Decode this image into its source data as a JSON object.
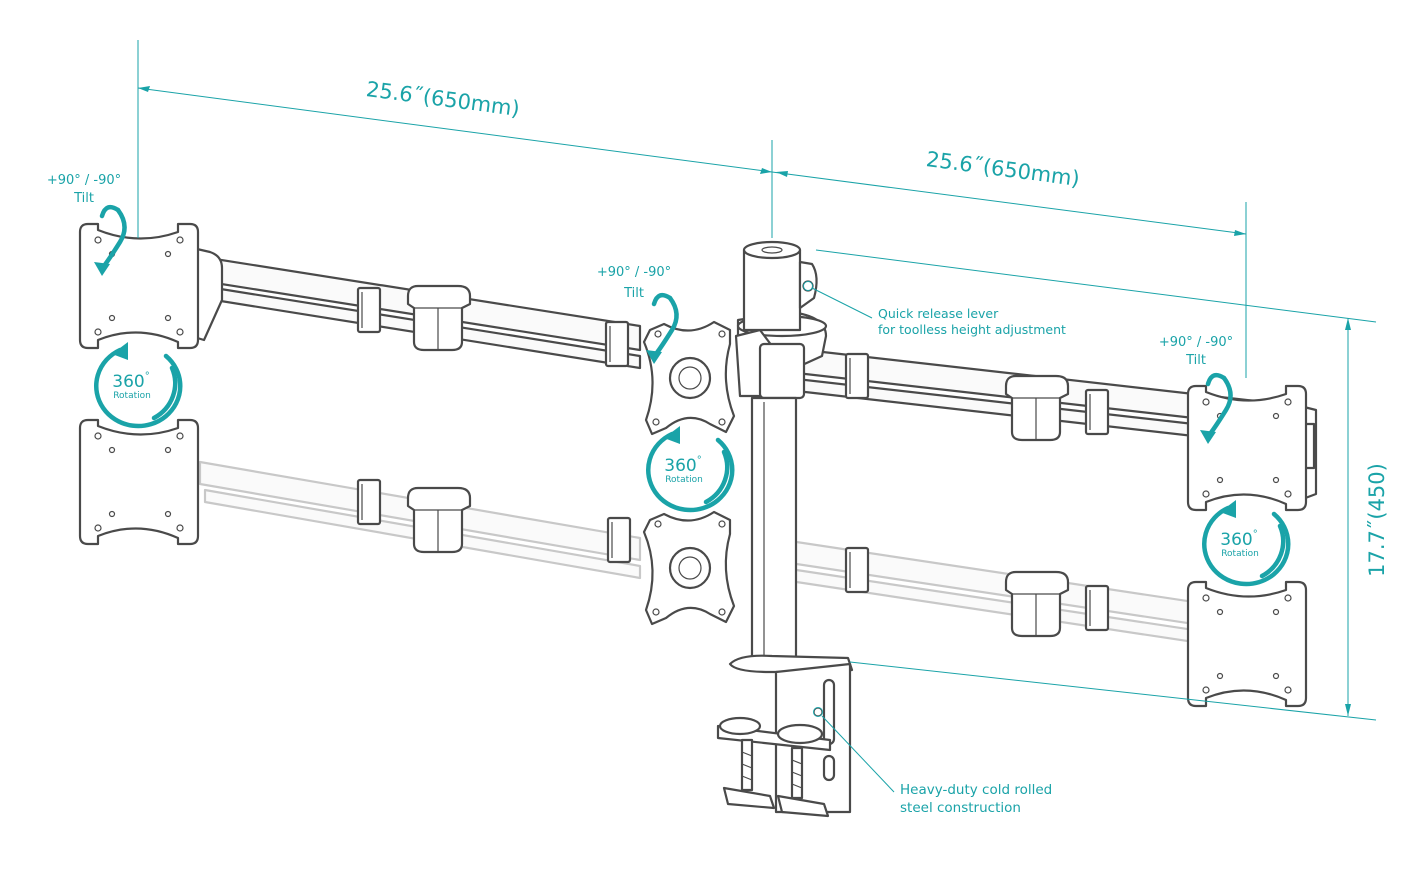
{
  "dimensions": {
    "left_width": "25.6˝(650mm)",
    "right_width": "25.6˝(650mm)",
    "height": "17.7˝(450)"
  },
  "callouts": {
    "lever_line1": "Quick release lever",
    "lever_line2": "for toolless height adjustment",
    "steel_line1": "Heavy-duty cold rolled",
    "steel_line2": "steel construction"
  },
  "tilt": {
    "range": "+90° / -90°",
    "label": "Tilt"
  },
  "rotation": {
    "value": "360",
    "degree": "°",
    "label": "Rotation"
  },
  "colors": {
    "accent": "#1aa3a8",
    "outline": "#4a4a4a",
    "ghost": "#c8c8c8"
  }
}
